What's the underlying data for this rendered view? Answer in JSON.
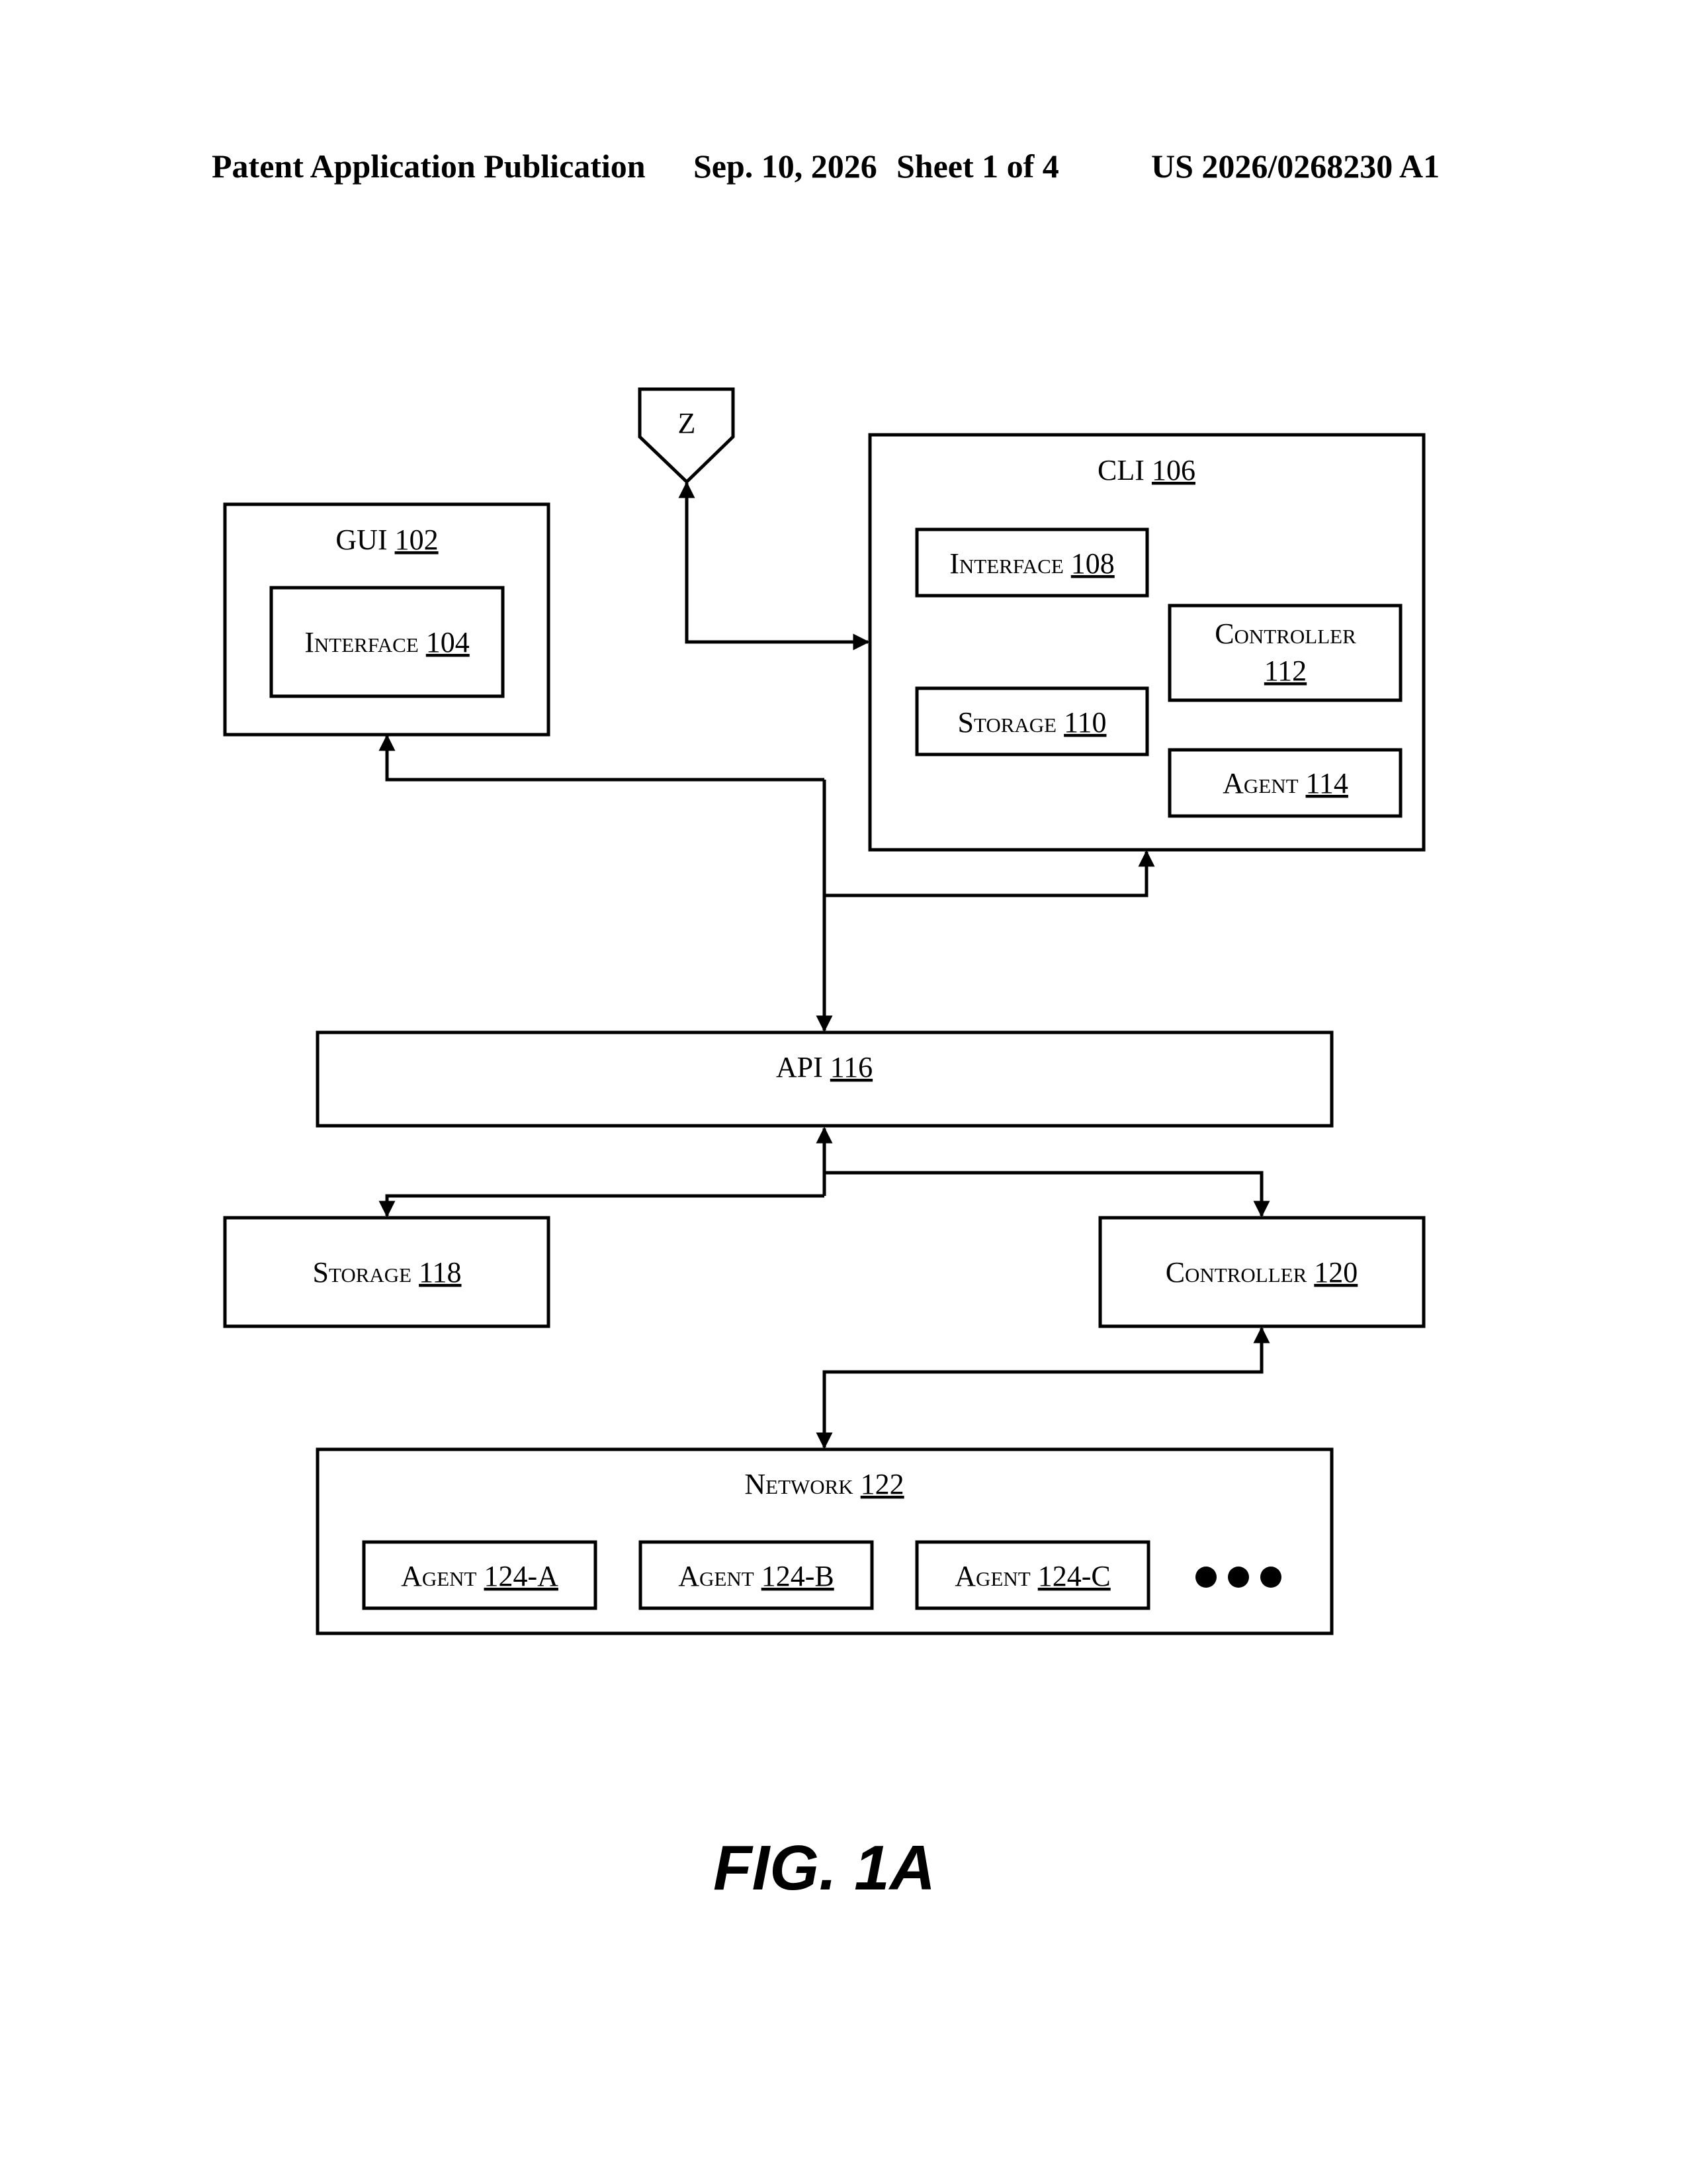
{
  "header": {
    "left": "Patent Application Publication",
    "date": "Sep. 10, 2026",
    "sheet": "Sheet 1 of 4",
    "number": "US 2026/0268230 A1"
  },
  "connector": {
    "label": "Z"
  },
  "gui": {
    "name": "GUI",
    "ref": "102",
    "interface": {
      "name": "Interface",
      "ref": "104"
    }
  },
  "cli": {
    "name": "CLI",
    "ref": "106",
    "interface": {
      "name": "Interface",
      "ref": "108"
    },
    "storage": {
      "name": "Storage",
      "ref": "110"
    },
    "controller": {
      "name": "Controller",
      "ref": "112"
    },
    "agent": {
      "name": "Agent",
      "ref": "114"
    }
  },
  "api": {
    "name": "API",
    "ref": "116"
  },
  "storage": {
    "name": "Storage",
    "ref": "118"
  },
  "controller": {
    "name": "Controller",
    "ref": "120"
  },
  "network": {
    "name": "Network",
    "ref": "122",
    "agents": [
      {
        "name": "Agent",
        "ref": "124-A"
      },
      {
        "name": "Agent",
        "ref": "124-B"
      },
      {
        "name": "Agent",
        "ref": "124-C"
      }
    ],
    "more_icon": "ellipsis-dots"
  },
  "figure_label": "FIG. 1A"
}
